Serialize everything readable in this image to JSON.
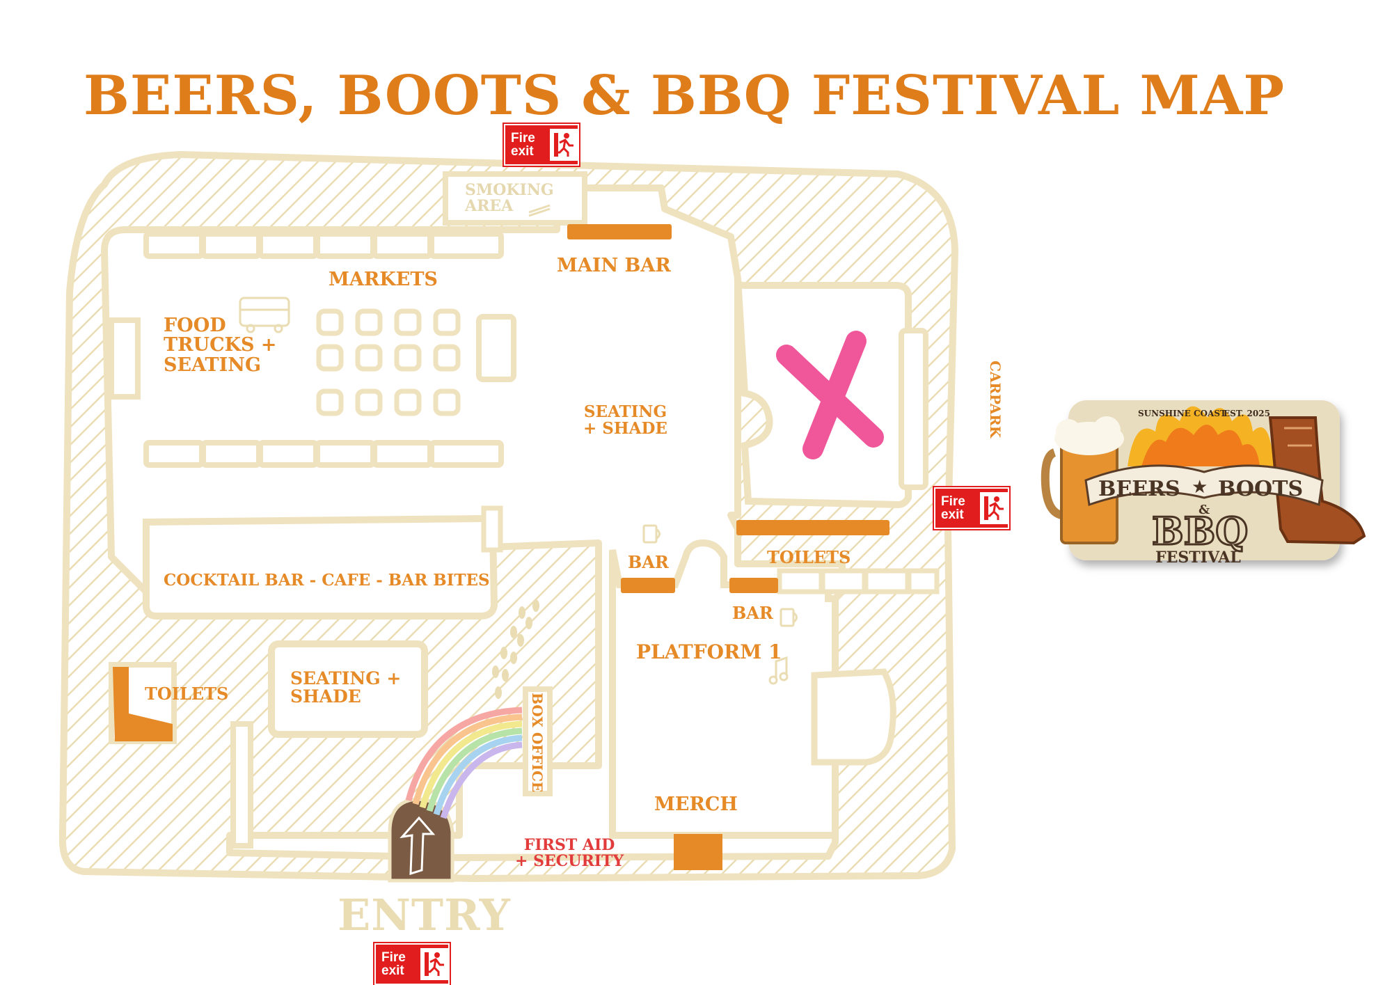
{
  "title": "BEERS, BOOTS & BBQ FESTIVAL MAP",
  "areas": {
    "smoking_area": "SMOKING\nAREA",
    "main_bar": "MAIN BAR",
    "markets": "MARKETS",
    "food_trucks": "FOOD\nTRUCKS +\nSEATING",
    "seating_shade_center": "SEATING\n+ SHADE",
    "carpark": "CARPARK",
    "cocktail_bar": "COCKTAIL BAR - CAFE - BAR BITES",
    "bar_left": "BAR",
    "toilets_right": "TOILETS",
    "bar_right": "BAR",
    "platform_1": "PLATFORM 1",
    "toilets_left": "TOILETS",
    "seating_shade_lower": "SEATING +\nSHADE",
    "box_office": "BOX OFFICE",
    "merch": "MERCH",
    "first_aid": "FIRST AID\n+ SECURITY",
    "entry": "ENTRY"
  },
  "fire_exit": {
    "line1": "Fire",
    "line2": "exit"
  },
  "logo": {
    "top_left": "SUNSHINE COAST",
    "top_right": "EST. 2025",
    "word1": "BEERS",
    "word2": "BOOTS",
    "amp": "&",
    "word3": "BBQ",
    "word4": "FESTIVAL"
  },
  "colors": {
    "path": "#efe2bf",
    "hatch": "#eadcb3",
    "orange": "#e58a26",
    "title": "#e07d1b",
    "pink_x": "#f0579a",
    "fire_red": "#e21d1d"
  }
}
